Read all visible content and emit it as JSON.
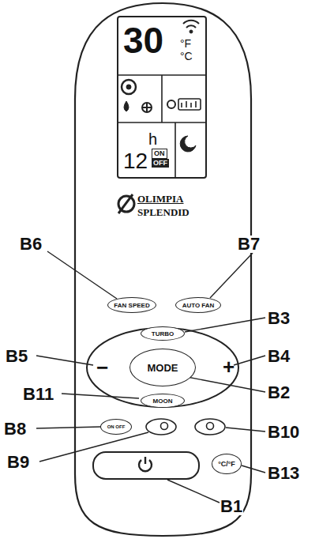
{
  "diagram": {
    "nodes": [
      {
        "text": [
          "30",
          "°F",
          "°C",
          "12",
          "h",
          "ON",
          "OFF"
        ]
      },
      {
        "text": [
          "FAN SPEED"
        ]
      },
      {
        "text": [
          "AUTO FAN"
        ]
      },
      {
        "text": [
          "TURBO"
        ]
      },
      {
        "text": [
          "MODE"
        ]
      },
      {
        "text": [
          "MOON"
        ]
      },
      {
        "text": [
          "ON OFF"
        ]
      },
      {
        "text": [
          "°C/°F"
        ]
      }
    ],
    "labels": [
      "OLIMPIA",
      "SPLENDID",
      "−",
      "+",
      "B6",
      "B7",
      "B3",
      "B5",
      "B4",
      "B11",
      "B2",
      "B8",
      "B9",
      "B10",
      "B13",
      "B1"
    ]
  }
}
